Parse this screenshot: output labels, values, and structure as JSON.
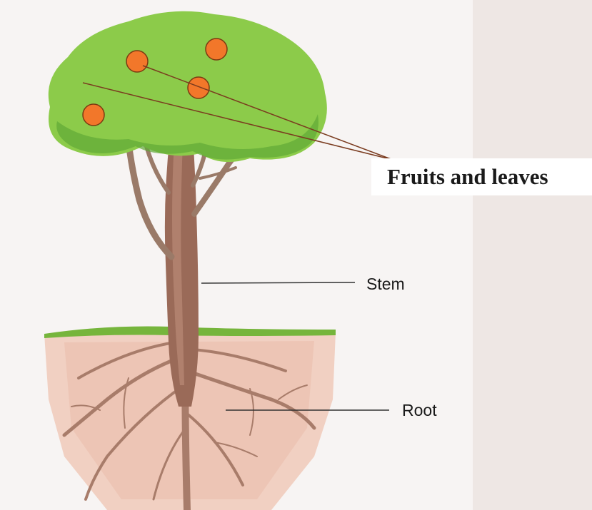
{
  "labels": {
    "fruits_and_leaves": "Fruits and leaves",
    "stem": "Stem",
    "root": "Root"
  },
  "colors": {
    "canopy": "#8ccb4a",
    "canopy_dark": "#5fa836",
    "fruit": "#f2772a",
    "fruit_outline": "#7a3a12",
    "trunk": "#9a6a58",
    "soil": "#f0c9b8",
    "grass": "#76b53c",
    "leader_line": "#7a3b1f"
  }
}
